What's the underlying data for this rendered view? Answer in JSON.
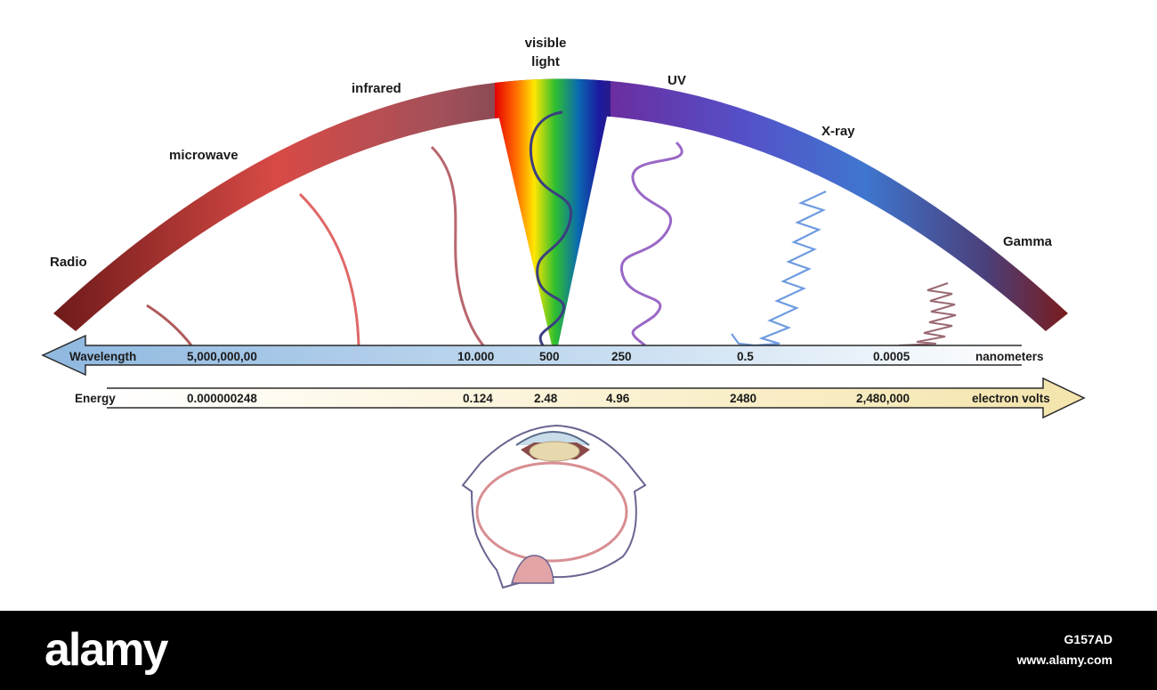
{
  "bands": {
    "radio": "Radio",
    "microwave": "microwave",
    "infrared": "infrared",
    "visible_line1": "visible",
    "visible_line2": "light",
    "uv": "UV",
    "xray": "X-ray",
    "gamma": "Gamma"
  },
  "wavelength": {
    "label": "Wavelength",
    "unit": "nanometers",
    "values": [
      "5,000,000,00",
      "10.000",
      "500",
      "250",
      "0.5",
      "0.0005"
    ]
  },
  "energy": {
    "label": "Energy",
    "unit": "electron volts",
    "values": [
      "0.000000248",
      "0.124",
      "2.48",
      "4.96",
      "2480",
      "2,480,000"
    ]
  },
  "colors": {
    "radio": "#7a1c1c",
    "microwave": "#d64a45",
    "infrared": "#8a4a55",
    "uv": "#6d3aa0",
    "xray": "#3f76cf",
    "gamma": "#7a1c1c",
    "wavelength_arrow": "#9fc2e4",
    "energy_arrow": "#f6e9b8"
  },
  "footer": {
    "logo": "alamy",
    "image_id": "G157AD",
    "site": "www.alamy.com"
  }
}
